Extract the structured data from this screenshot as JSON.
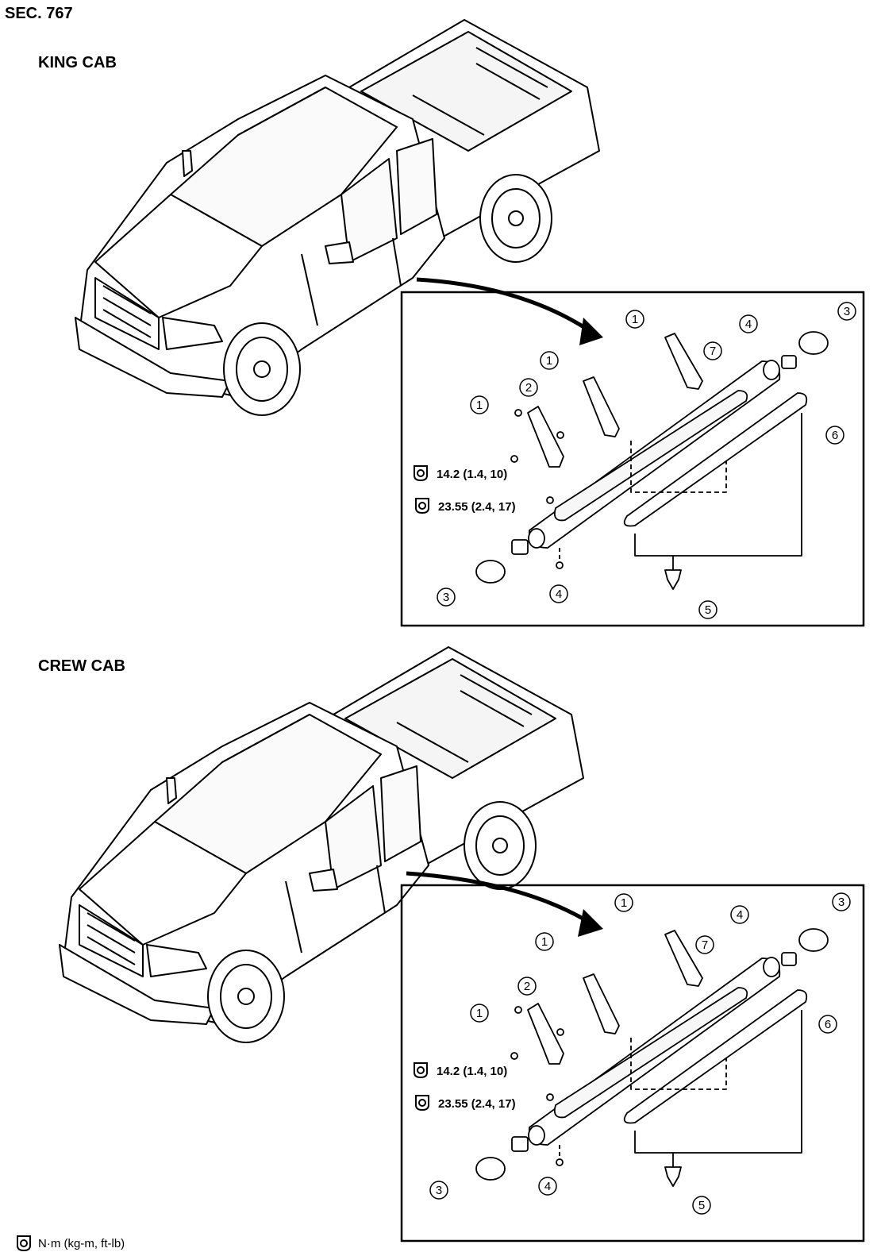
{
  "sec_label": "SEC. 767",
  "sections": [
    {
      "title": "KING CAB",
      "callouts": [
        "1",
        "1",
        "1",
        "2",
        "3",
        "3",
        "4",
        "4",
        "5",
        "6",
        "7"
      ],
      "torque_1": "14.2 (1.4, 10)",
      "torque_2": "23.55 (2.4, 17)"
    },
    {
      "title": "CREW CAB",
      "callouts": [
        "1",
        "1",
        "1",
        "2",
        "3",
        "3",
        "4",
        "4",
        "5",
        "6",
        "7"
      ],
      "torque_1": "14.2 (1.4, 10)",
      "torque_2": "23.55 (2.4, 17)"
    }
  ],
  "legend_text": "N·m (kg-m, ft-lb)"
}
